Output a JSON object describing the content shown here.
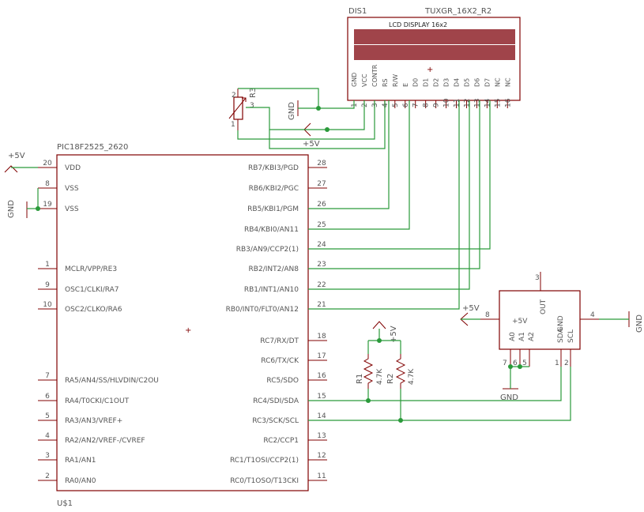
{
  "mcu": {
    "name": "PIC18F2525_2620",
    "ref": "U$1",
    "left_pins": [
      {
        "num": "20",
        "label": "VDD"
      },
      {
        "num": "8",
        "label": "VSS"
      },
      {
        "num": "19",
        "label": "VSS"
      },
      {
        "num": "1",
        "label": "MCLR/VPP/RE3"
      },
      {
        "num": "9",
        "label": "OSC1/CLKI/RA7"
      },
      {
        "num": "10",
        "label": "OSC2/CLKO/RA6"
      },
      {
        "num": "7",
        "label": "RA5/AN4/SS/HLVDIN/C2OU"
      },
      {
        "num": "6",
        "label": "RA4/T0CKI/C1OUT"
      },
      {
        "num": "5",
        "label": "RA3/AN3/VREF+"
      },
      {
        "num": "4",
        "label": "RA2/AN2/VREF-/CVREF"
      },
      {
        "num": "3",
        "label": "RA1/AN1"
      },
      {
        "num": "2",
        "label": "RA0/AN0"
      }
    ],
    "right_pins": [
      {
        "num": "28",
        "label": "RB7/KBI3/PGD"
      },
      {
        "num": "27",
        "label": "RB6/KBI2/PGC"
      },
      {
        "num": "26",
        "label": "RB5/KBI1/PGM"
      },
      {
        "num": "25",
        "label": "RB4/KBI0/AN11"
      },
      {
        "num": "24",
        "label": "RB3/AN9/CCP2(1)"
      },
      {
        "num": "23",
        "label": "RB2/INT2/AN8"
      },
      {
        "num": "22",
        "label": "RB1/INT1/AN10"
      },
      {
        "num": "21",
        "label": "RB0/INT0/FLT0/AN12"
      },
      {
        "num": "18",
        "label": "RC7/RX/DT"
      },
      {
        "num": "17",
        "label": "RC6/TX/CK"
      },
      {
        "num": "16",
        "label": "RC5/SDO"
      },
      {
        "num": "15",
        "label": "RC4/SDI/SDA"
      },
      {
        "num": "14",
        "label": "RC3/SCK/SCL"
      },
      {
        "num": "13",
        "label": "RC2/CCP1"
      },
      {
        "num": "12",
        "label": "RC1/T1OSI/CCP2(1)"
      },
      {
        "num": "11",
        "label": "RC0/T1OSO/T13CKI"
      }
    ]
  },
  "lcd": {
    "ref": "DIS1",
    "value": "TUXGR_16X2_R2",
    "title": "LCD DISPLAY 16x2",
    "pins": [
      {
        "num": "1",
        "label": "GND"
      },
      {
        "num": "2",
        "label": "VCC"
      },
      {
        "num": "3",
        "label": "CONTR"
      },
      {
        "num": "4",
        "label": "RS"
      },
      {
        "num": "5",
        "label": "R/W"
      },
      {
        "num": "6",
        "label": "E"
      },
      {
        "num": "7",
        "label": "D0"
      },
      {
        "num": "8",
        "label": "D1"
      },
      {
        "num": "9",
        "label": "D2"
      },
      {
        "num": "10",
        "label": "D3"
      },
      {
        "num": "11",
        "label": "D4"
      },
      {
        "num": "12",
        "label": "D5"
      },
      {
        "num": "13",
        "label": "D6"
      },
      {
        "num": "14",
        "label": "D7"
      },
      {
        "num": "15",
        "label": "NC"
      },
      {
        "num": "16",
        "label": "NC"
      }
    ],
    "lcd_color": "#a0444a"
  },
  "sensor": {
    "pin8_label": "+5V",
    "out_label": "OUT",
    "gnd_label": "GND",
    "a0": "A0",
    "a1": "A1",
    "a2": "A2",
    "sda": "SDA",
    "scl": "SCL",
    "pin_3": "3",
    "pin_8": "8",
    "pin_4": "4",
    "pin_7": "7",
    "pin_6": "6",
    "pin_5": "5",
    "pin_1": "1",
    "pin_2": "2"
  },
  "pot": {
    "ref": "R3",
    "pin1": "1",
    "pin2": "2",
    "pin3": "3"
  },
  "resistors": {
    "r1_ref": "R1",
    "r1_val": "4.7K",
    "r2_ref": "R2",
    "r2_val": "4.7K"
  },
  "supplies": {
    "vcc": "+5V",
    "gnd": "GND"
  },
  "colors": {
    "wire": "#2a9a3a",
    "part": "#800000"
  }
}
